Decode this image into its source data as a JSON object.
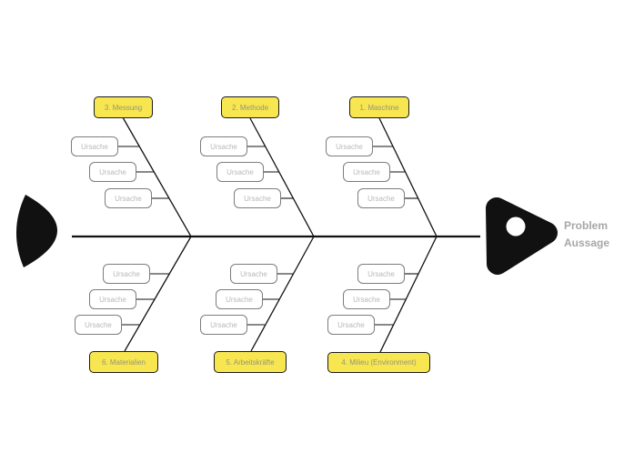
{
  "diagram": {
    "type": "fishbone-ishikawa",
    "problem": {
      "line1": "Problem",
      "line2": "Aussage"
    },
    "cause_label": "Ursache",
    "categories": {
      "top": [
        {
          "label": "3. Messung"
        },
        {
          "label": "2. Methode"
        },
        {
          "label": "1. Maschine"
        }
      ],
      "bottom": [
        {
          "label": "6. Materialien"
        },
        {
          "label": "5. Arbeitskräfte"
        },
        {
          "label": "4. Milieu (Environment)"
        }
      ]
    },
    "causes_per_category": 3,
    "colors": {
      "category_fill": "#F7E64F",
      "category_border": "#1b1b1b",
      "category_text": "#94947c",
      "cause_border": "#7d7d7d",
      "cause_text": "#b8b8b8",
      "line": "#111111",
      "fish_body": "#111111",
      "problem_text": "#a7a7a7",
      "background": "#ffffff"
    }
  }
}
